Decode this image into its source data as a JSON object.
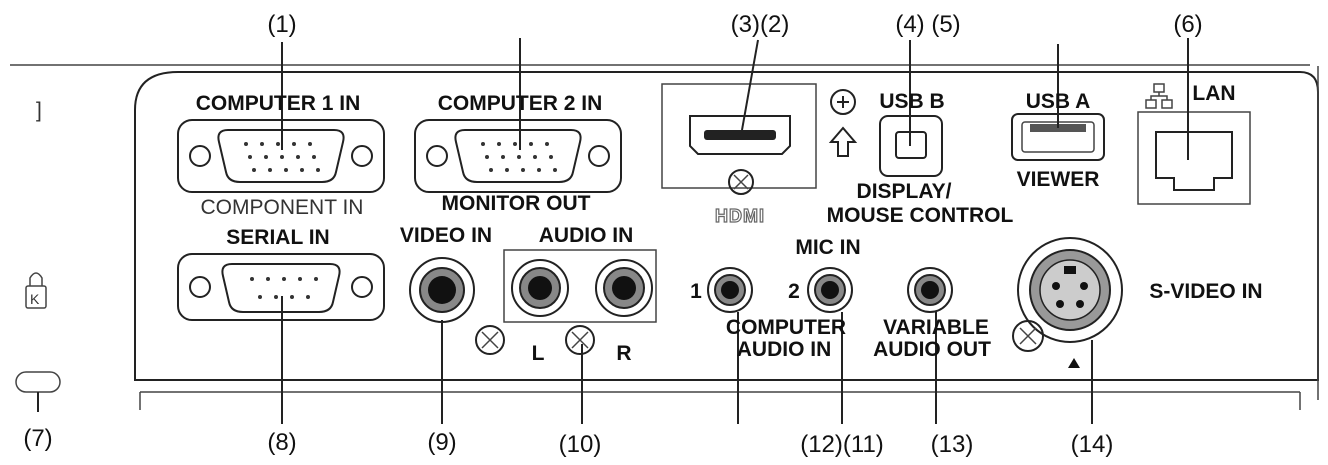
{
  "callouts": {
    "c1": "(1)",
    "c32": "(3)(2)",
    "c45": "(4) (5)",
    "c6": "(6)",
    "c7": "(7)",
    "c8": "(8)",
    "c9": "(9)",
    "c10": "(10)",
    "c1211": "(12)(11)",
    "c13": "(13)",
    "c14": "(14)"
  },
  "ports": {
    "computer1_in": "COMPUTER 1 IN",
    "component_in": "COMPONENT IN",
    "computer2_in": "COMPUTER 2 IN",
    "monitor_out": "MONITOR OUT",
    "hdmi": "HDMI",
    "usb_b": "USB B",
    "display_mouse_1": "DISPLAY/",
    "display_mouse_2": "MOUSE CONTROL",
    "usb_a": "USB A",
    "viewer": "VIEWER",
    "lan": "LAN",
    "serial_in": "SERIAL IN",
    "video_in": "VIDEO IN",
    "audio_in": "AUDIO IN",
    "audio_l": "L",
    "audio_r": "R",
    "mic_in": "MIC IN",
    "jack_1": "1",
    "jack_2": "2",
    "computer_audio_1": "COMPUTER",
    "computer_audio_2": "AUDIO IN",
    "variable_audio_1": "VARIABLE",
    "variable_audio_2": "AUDIO OUT",
    "s_video_in": "S-VIDEO IN"
  }
}
